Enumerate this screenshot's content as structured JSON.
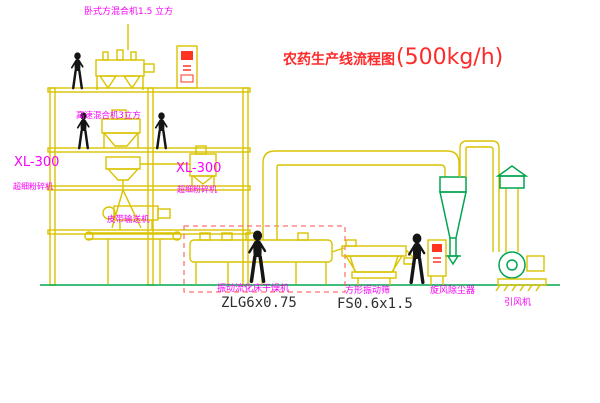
{
  "title": {
    "main": "农药生产线流程图",
    "capacity": "(500kg/h)"
  },
  "labels": {
    "square_mixer": "卧式方混合机1.5 立方",
    "high_speed_mixer": "高速混合机3立方",
    "mill_left_model": "XL-300",
    "mill_left_name": "超细粉碎机",
    "mill_right_model": "XL-300",
    "mill_right_name": "超细粉碎机",
    "belt_conveyor": "皮带输送机",
    "dryer_name": "振动流化床干燥机",
    "dryer_model": "ZLG6x0.75",
    "screen_name": "方形振动筛",
    "screen_model": "FS0.6x1.5",
    "cyclone_name": "旋风除尘器",
    "fan_name": "引风机"
  },
  "colors": {
    "machine_line_yellow": "#d9c300",
    "pipe_green": "#00a550",
    "label_magenta": "#f800f8",
    "title_red": "#ff2a2a",
    "model_text_dark": "#2e2e2e",
    "boundary_dashed_red": "#ff4d4d",
    "cabinet_red": "#ff3520",
    "figure_black": "#151515"
  }
}
